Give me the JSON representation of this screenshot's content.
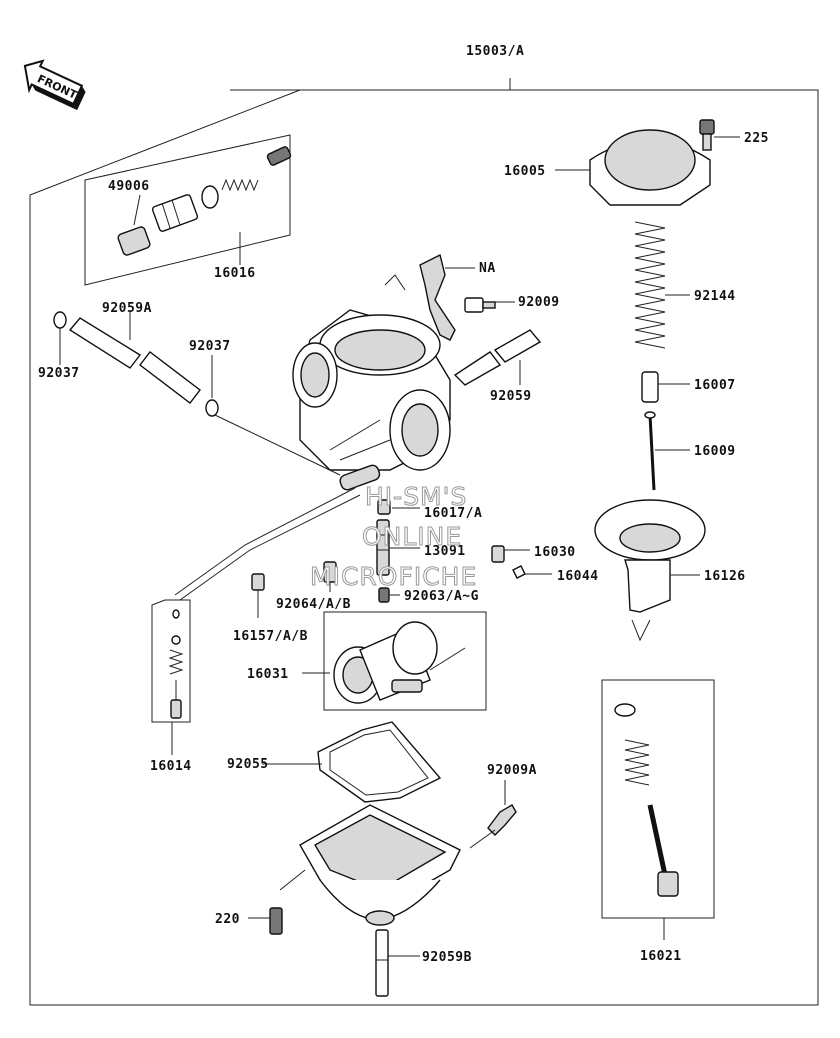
{
  "front_badge": "FRONT",
  "labels": {
    "assembly": "15003/A",
    "p49006": "49006",
    "p16016": "16016",
    "p92059A": "92059A",
    "p92037_left": "92037",
    "p92037_mid": "92037",
    "pNA": "NA",
    "p92009": "92009",
    "p92059": "92059",
    "p16017A": "16017/A",
    "p13091": "13091",
    "p92064": "92064/A/B",
    "p16157": "16157/A/B",
    "p92063": "92063/A~G",
    "p16030": "16030",
    "p16044": "16044",
    "p16031": "16031",
    "p16014": "16014",
    "p92055": "92055",
    "p92009A": "92009A",
    "p220": "220",
    "p92059B": "92059B",
    "p225": "225",
    "p16005": "16005",
    "p92144": "92144",
    "p16007": "16007",
    "p16009": "16009",
    "p16126": "16126",
    "p16021": "16021"
  },
  "watermark": [
    "HI-SM'S",
    "ONLINE",
    "MICROFICHE"
  ]
}
